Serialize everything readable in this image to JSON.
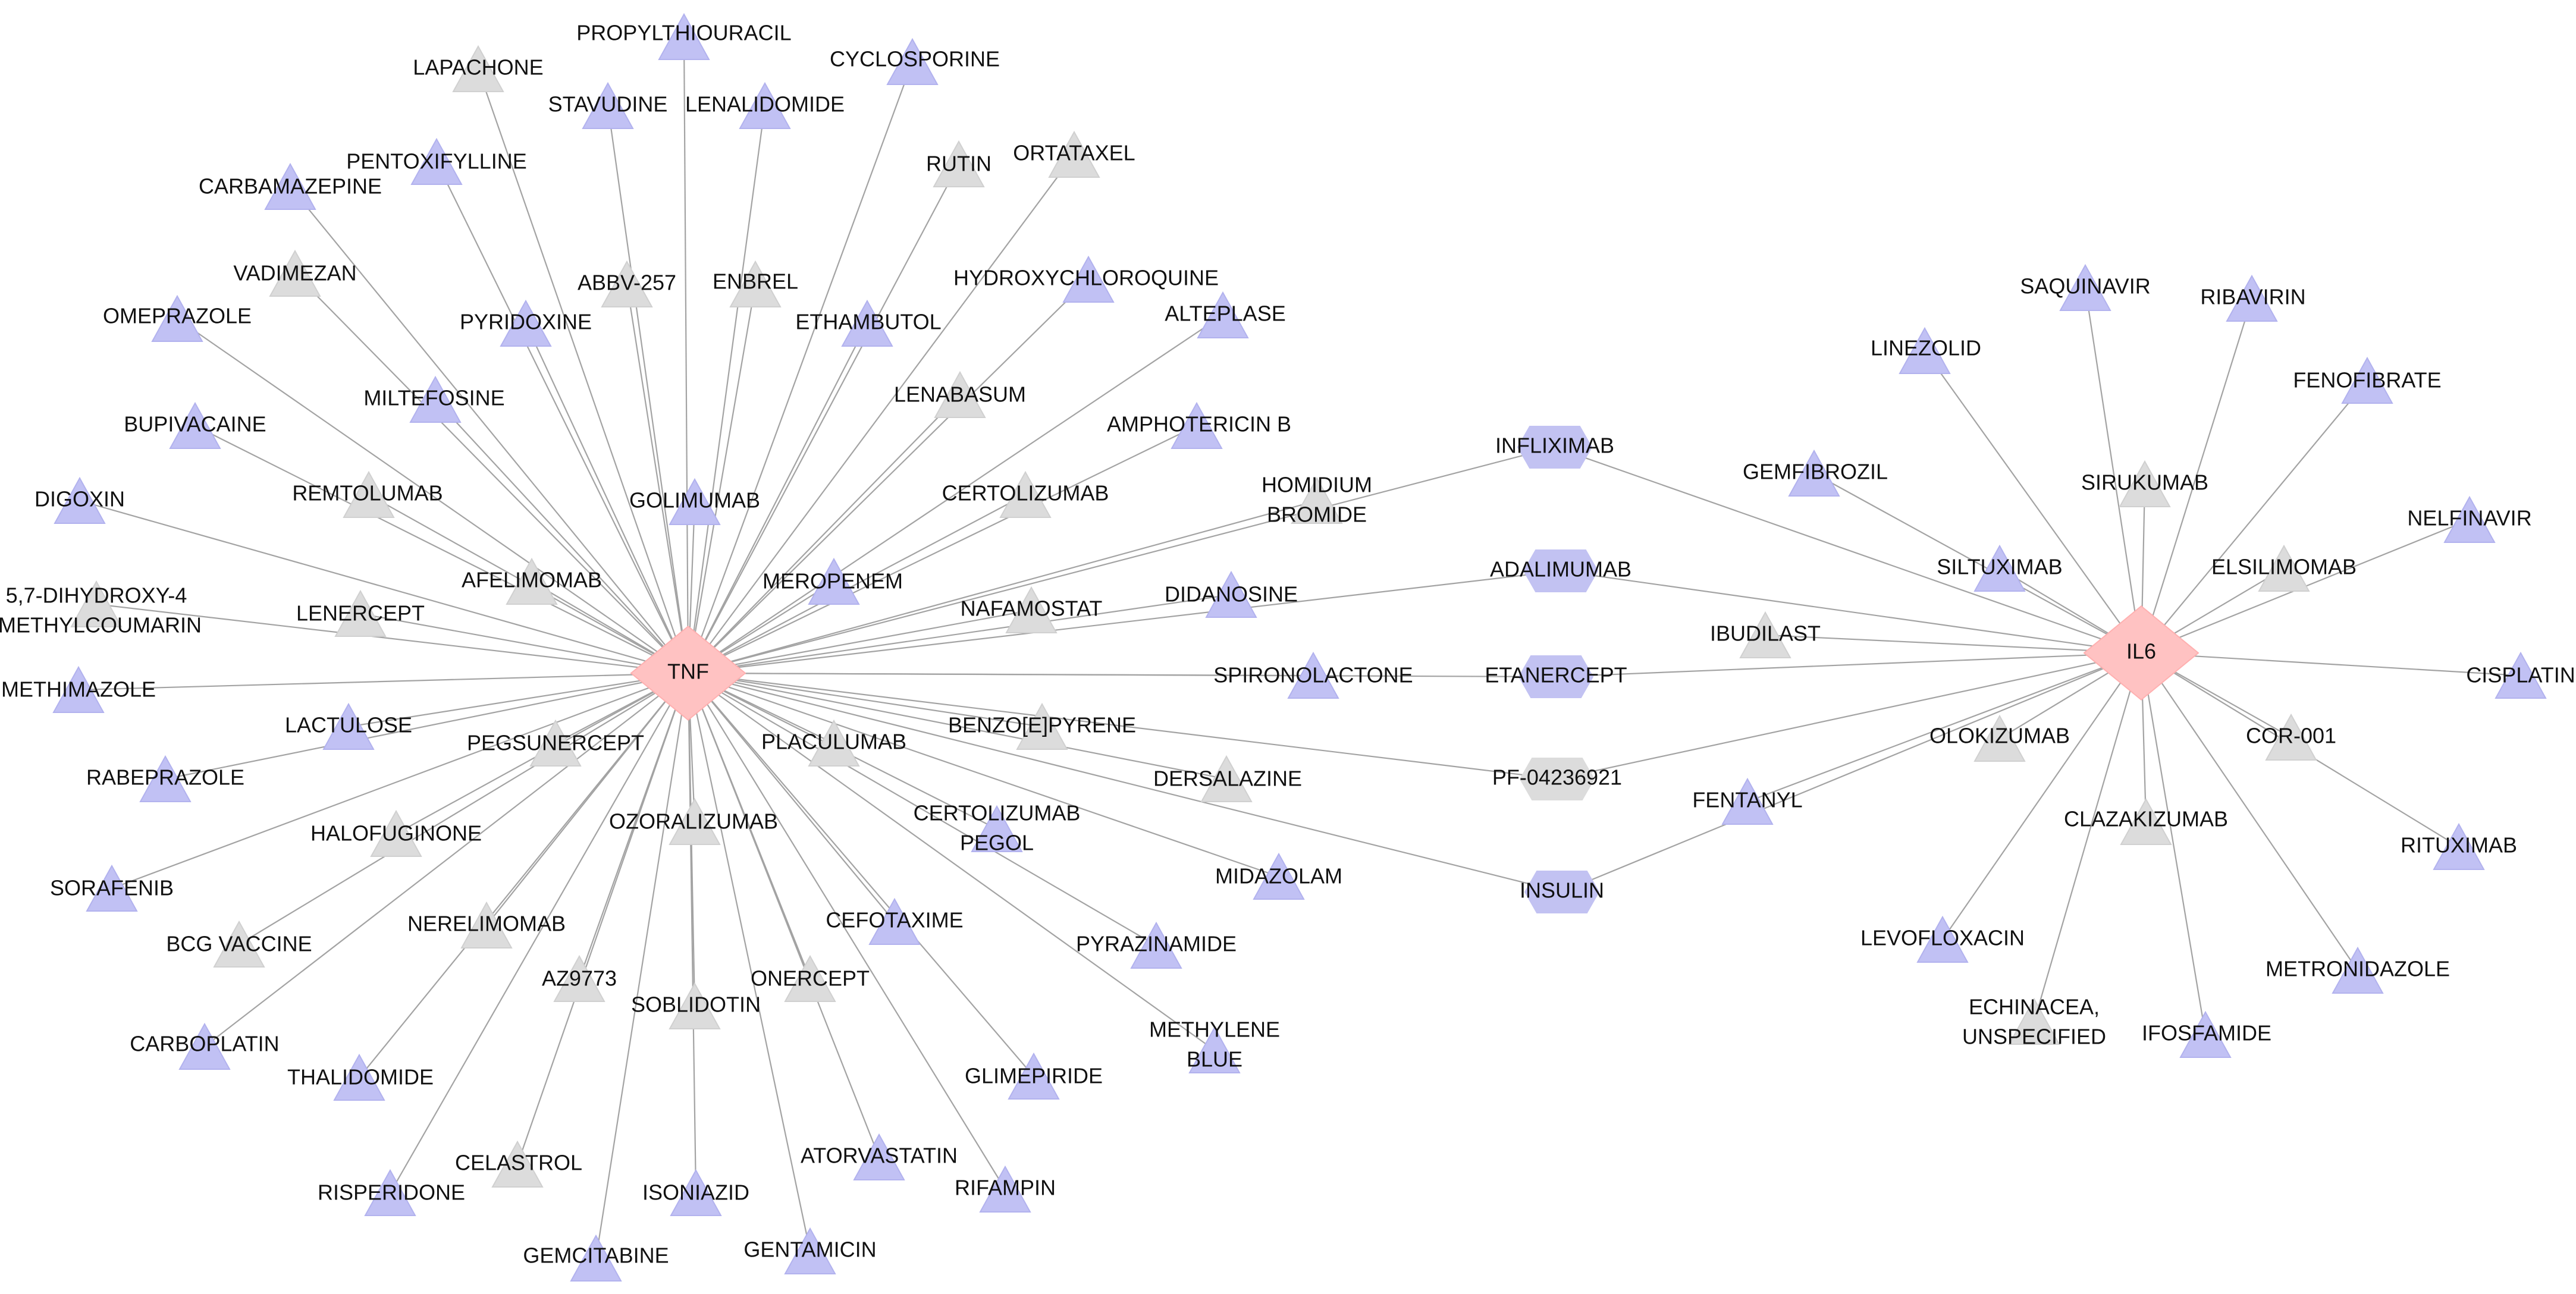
{
  "colors": {
    "edge": "#a3a3a3",
    "hub_fill": "#ffc2c2",
    "hub_stroke": "#ffb0b0",
    "bridge_fill": "#c2c2f2",
    "approved_fill": "#c1c1f4",
    "approved_stroke": "#b2b2ee",
    "investigational_fill": "#dcdcdc",
    "investigational_stroke": "#d0d0d0",
    "text": "#111111"
  },
  "hubs": [
    {
      "id": "TNF",
      "label": "TNF"
    },
    {
      "id": "IL6",
      "label": "IL6"
    }
  ],
  "drugs": [
    {
      "id": "propylthiouracil",
      "label": "PROPYLTHIOURACIL",
      "category": "approved",
      "targets": [
        "TNF"
      ]
    },
    {
      "id": "lapachone",
      "label": "LAPACHONE",
      "category": "investigational",
      "targets": [
        "TNF"
      ]
    },
    {
      "id": "cyclosporine",
      "label": "CYCLOSPORINE",
      "category": "approved",
      "targets": [
        "TNF"
      ]
    },
    {
      "id": "stavudine",
      "label": "STAVUDINE",
      "category": "approved",
      "targets": [
        "TNF"
      ]
    },
    {
      "id": "lenalidomide",
      "label": "LENALIDOMIDE",
      "category": "approved",
      "targets": [
        "TNF"
      ]
    },
    {
      "id": "ortataxel",
      "label": "ORTATAXEL",
      "category": "investigational",
      "targets": [
        "TNF"
      ]
    },
    {
      "id": "pentoxifylline",
      "label": "PENTOXIFYLLINE",
      "category": "approved",
      "targets": [
        "TNF"
      ]
    },
    {
      "id": "rutin",
      "label": "RUTIN",
      "category": "investigational",
      "targets": [
        "TNF"
      ]
    },
    {
      "id": "carbamazepine",
      "label": "CARBAMAZEPINE",
      "category": "approved",
      "targets": [
        "TNF"
      ]
    },
    {
      "id": "vadimezan",
      "label": "VADIMEZAN",
      "category": "investigational",
      "targets": [
        "TNF"
      ]
    },
    {
      "id": "abbv257",
      "label": "ABBV-257",
      "category": "investigational",
      "targets": [
        "TNF"
      ]
    },
    {
      "id": "enbrel",
      "label": "ENBREL",
      "category": "investigational",
      "targets": [
        "TNF"
      ]
    },
    {
      "id": "hydroxychloroquine",
      "label": "HYDROXYCHLOROQUINE",
      "category": "approved",
      "targets": [
        "TNF"
      ]
    },
    {
      "id": "omeprazole",
      "label": "OMEPRAZOLE",
      "category": "approved",
      "targets": [
        "TNF"
      ]
    },
    {
      "id": "pyridoxine",
      "label": "PYRIDOXINE",
      "category": "approved",
      "targets": [
        "TNF"
      ]
    },
    {
      "id": "ethambutol",
      "label": "ETHAMBUTOL",
      "category": "approved",
      "targets": [
        "TNF"
      ]
    },
    {
      "id": "alteplase",
      "label": "ALTEPLASE",
      "category": "approved",
      "targets": [
        "TNF"
      ]
    },
    {
      "id": "miltefosine",
      "label": "MILTEFOSINE",
      "category": "approved",
      "targets": [
        "TNF"
      ]
    },
    {
      "id": "lenabasum",
      "label": "LENABASUM",
      "category": "investigational",
      "targets": [
        "TNF"
      ]
    },
    {
      "id": "bupivacaine",
      "label": "BUPIVACAINE",
      "category": "approved",
      "targets": [
        "TNF"
      ]
    },
    {
      "id": "amphotericinb",
      "label": "AMPHOTERICIN B",
      "category": "approved",
      "targets": [
        "TNF"
      ]
    },
    {
      "id": "remtolumab",
      "label": "REMTOLUMAB",
      "category": "investigational",
      "targets": [
        "TNF"
      ]
    },
    {
      "id": "digoxin",
      "label": "DIGOXIN",
      "category": "approved",
      "targets": [
        "TNF"
      ]
    },
    {
      "id": "golimumab",
      "label": "GOLIMUMAB",
      "category": "approved",
      "targets": [
        "TNF"
      ]
    },
    {
      "id": "certolizumab",
      "label": "CERTOLIZUMAB",
      "category": "investigational",
      "targets": [
        "TNF"
      ]
    },
    {
      "id": "homidium",
      "label": "HOMIDIUM",
      "label2": "BROMIDE",
      "category": "investigational",
      "targets": [
        "TNF"
      ]
    },
    {
      "id": "afelimomab",
      "label": "AFELIMOMAB",
      "category": "investigational",
      "targets": [
        "TNF"
      ]
    },
    {
      "id": "meropenem",
      "label": "MEROPENEM",
      "category": "approved",
      "targets": [
        "TNF"
      ]
    },
    {
      "id": "dihydroxy",
      "label": "5,7-DIHYDROXY-4",
      "label2": "-METHYLCOUMARIN",
      "category": "investigational",
      "targets": [
        "TNF"
      ]
    },
    {
      "id": "lenercept",
      "label": "LENERCEPT",
      "category": "investigational",
      "targets": [
        "TNF"
      ]
    },
    {
      "id": "nafamostat",
      "label": "NAFAMOSTAT",
      "category": "investigational",
      "targets": [
        "TNF"
      ]
    },
    {
      "id": "didanosine",
      "label": "DIDANOSINE",
      "category": "approved",
      "targets": [
        "TNF"
      ]
    },
    {
      "id": "methimazole",
      "label": "METHIMAZOLE",
      "category": "approved",
      "targets": [
        "TNF"
      ]
    },
    {
      "id": "spironolactone",
      "label": "SPIRONOLACTONE",
      "category": "approved",
      "targets": [
        "TNF"
      ]
    },
    {
      "id": "lactulose",
      "label": "LACTULOSE",
      "category": "approved",
      "targets": [
        "TNF"
      ]
    },
    {
      "id": "pegsunercept",
      "label": "PEGSUNERCEPT",
      "category": "investigational",
      "targets": [
        "TNF"
      ]
    },
    {
      "id": "placulumab",
      "label": "PLACULUMAB",
      "category": "investigational",
      "targets": [
        "TNF"
      ]
    },
    {
      "id": "benzopyrene",
      "label": "BENZO[E]PYRENE",
      "category": "investigational",
      "targets": [
        "TNF"
      ]
    },
    {
      "id": "rabeprazole",
      "label": "RABEPRAZOLE",
      "category": "approved",
      "targets": [
        "TNF"
      ]
    },
    {
      "id": "dersalazine",
      "label": "DERSALAZINE",
      "category": "investigational",
      "targets": [
        "TNF"
      ]
    },
    {
      "id": "ozoralizumab",
      "label": "OZORALIZUMAB",
      "category": "investigational",
      "targets": [
        "TNF"
      ]
    },
    {
      "id": "certolizumabpegol",
      "label": "CERTOLIZUMAB",
      "label2": "PEGOL",
      "category": "approved",
      "targets": [
        "TNF"
      ]
    },
    {
      "id": "halofuginone",
      "label": "HALOFUGINONE",
      "category": "investigational",
      "targets": [
        "TNF"
      ]
    },
    {
      "id": "sorafenib",
      "label": "SORAFENIB",
      "category": "approved",
      "targets": [
        "TNF"
      ]
    },
    {
      "id": "midazolam",
      "label": "MIDAZOLAM",
      "category": "approved",
      "targets": [
        "TNF"
      ]
    },
    {
      "id": "bcgvaccine",
      "label": "BCG VACCINE",
      "category": "investigational",
      "targets": [
        "TNF"
      ]
    },
    {
      "id": "nerelimomab",
      "label": "NERELIMOMAB",
      "category": "investigational",
      "targets": [
        "TNF"
      ]
    },
    {
      "id": "cefotaxime",
      "label": "CEFOTAXIME",
      "category": "approved",
      "targets": [
        "TNF"
      ]
    },
    {
      "id": "pyrazinamide",
      "label": "PYRAZINAMIDE",
      "category": "approved",
      "targets": [
        "TNF"
      ]
    },
    {
      "id": "az9773",
      "label": "AZ9773",
      "category": "investigational",
      "targets": [
        "TNF"
      ]
    },
    {
      "id": "onercept",
      "label": "ONERCEPT",
      "category": "investigational",
      "targets": [
        "TNF"
      ]
    },
    {
      "id": "soblidotin",
      "label": "SOBLIDOTIN",
      "category": "investigational",
      "targets": [
        "TNF"
      ]
    },
    {
      "id": "carboplatin",
      "label": "CARBOPLATIN",
      "category": "approved",
      "targets": [
        "TNF"
      ]
    },
    {
      "id": "methyleneblue",
      "label": "METHYLENE",
      "label2": "BLUE",
      "category": "approved",
      "targets": [
        "TNF"
      ]
    },
    {
      "id": "thalidomide",
      "label": "THALIDOMIDE",
      "category": "approved",
      "targets": [
        "TNF"
      ]
    },
    {
      "id": "glimepiride",
      "label": "GLIMEPIRIDE",
      "category": "approved",
      "targets": [
        "TNF"
      ]
    },
    {
      "id": "celastrol",
      "label": "CELASTROL",
      "category": "investigational",
      "targets": [
        "TNF"
      ]
    },
    {
      "id": "atorvastatin",
      "label": "ATORVASTATIN",
      "category": "approved",
      "targets": [
        "TNF"
      ]
    },
    {
      "id": "risperidone",
      "label": "RISPERIDONE",
      "category": "approved",
      "targets": [
        "TNF"
      ]
    },
    {
      "id": "isoniazid",
      "label": "ISONIAZID",
      "category": "approved",
      "targets": [
        "TNF"
      ]
    },
    {
      "id": "rifampin",
      "label": "RIFAMPIN",
      "category": "approved",
      "targets": [
        "TNF"
      ]
    },
    {
      "id": "gemcitabine",
      "label": "GEMCITABINE",
      "category": "approved",
      "targets": [
        "TNF"
      ]
    },
    {
      "id": "gentamicin",
      "label": "GENTAMICIN",
      "category": "approved",
      "targets": [
        "TNF"
      ]
    },
    {
      "id": "infliximab",
      "label": "INFLIXIMAB",
      "category": "bridge",
      "targets": [
        "TNF",
        "IL6"
      ]
    },
    {
      "id": "adalimumab",
      "label": "ADALIMUMAB",
      "category": "bridge",
      "targets": [
        "TNF",
        "IL6"
      ]
    },
    {
      "id": "etanercept",
      "label": "ETANERCEPT",
      "category": "bridge",
      "targets": [
        "TNF",
        "IL6"
      ]
    },
    {
      "id": "pf04236921",
      "label": "PF-04236921",
      "category": "bridge_investigational",
      "targets": [
        "TNF",
        "IL6"
      ]
    },
    {
      "id": "insulin",
      "label": "INSULIN",
      "category": "bridge",
      "targets": [
        "TNF",
        "IL6"
      ]
    },
    {
      "id": "saquinavir",
      "label": "SAQUINAVIR",
      "category": "approved",
      "targets": [
        "IL6"
      ]
    },
    {
      "id": "ribavirin",
      "label": "RIBAVIRIN",
      "category": "approved",
      "targets": [
        "IL6"
      ]
    },
    {
      "id": "linezolid",
      "label": "LINEZOLID",
      "category": "approved",
      "targets": [
        "IL6"
      ]
    },
    {
      "id": "fenofibrate",
      "label": "FENOFIBRATE",
      "category": "approved",
      "targets": [
        "IL6"
      ]
    },
    {
      "id": "gemfibrozil",
      "label": "GEMFIBROZIL",
      "category": "approved",
      "targets": [
        "IL6"
      ]
    },
    {
      "id": "sirukumab",
      "label": "SIRUKUMAB",
      "category": "investigational",
      "targets": [
        "IL6"
      ]
    },
    {
      "id": "nelfinavir",
      "label": "NELFINAVIR",
      "category": "approved",
      "targets": [
        "IL6"
      ]
    },
    {
      "id": "siltuximab",
      "label": "SILTUXIMAB",
      "category": "approved",
      "targets": [
        "IL6"
      ]
    },
    {
      "id": "elsilimomab",
      "label": "ELSILIMOMAB",
      "category": "investigational",
      "targets": [
        "IL6"
      ]
    },
    {
      "id": "ibudilast",
      "label": "IBUDILAST",
      "category": "investigational",
      "targets": [
        "IL6"
      ]
    },
    {
      "id": "cisplatin",
      "label": "CISPLATIN",
      "category": "approved",
      "targets": [
        "IL6"
      ]
    },
    {
      "id": "olokizumab",
      "label": "OLOKIZUMAB",
      "category": "investigational",
      "targets": [
        "IL6"
      ]
    },
    {
      "id": "cor001",
      "label": "COR-001",
      "category": "investigational",
      "targets": [
        "IL6"
      ]
    },
    {
      "id": "fentanyl",
      "label": "FENTANYL",
      "category": "approved",
      "targets": [
        "IL6"
      ]
    },
    {
      "id": "clazakizumab",
      "label": "CLAZAKIZUMAB",
      "category": "investigational",
      "targets": [
        "IL6"
      ]
    },
    {
      "id": "rituximab",
      "label": "RITUXIMAB",
      "category": "approved",
      "targets": [
        "IL6"
      ]
    },
    {
      "id": "levofloxacin",
      "label": "LEVOFLOXACIN",
      "category": "approved",
      "targets": [
        "IL6"
      ]
    },
    {
      "id": "metronidazole",
      "label": "METRONIDAZOLE",
      "category": "approved",
      "targets": [
        "IL6"
      ]
    },
    {
      "id": "echinacea",
      "label": "ECHINACEA,",
      "label2": "UNSPECIFIED",
      "category": "investigational",
      "targets": [
        "IL6"
      ]
    },
    {
      "id": "ifosfamide",
      "label": "IFOSFAMIDE",
      "category": "approved",
      "targets": [
        "IL6"
      ]
    }
  ]
}
